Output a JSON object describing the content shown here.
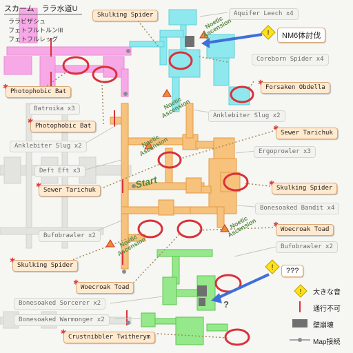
{
  "title": {
    "main": "スカーム　ララ水道U",
    "subs": [
      "ララビザシュ",
      "フェトフルトルンIII",
      "フェトフルレッグ"
    ]
  },
  "labels": {
    "skulking_spider_top": "Skulking Spider",
    "aquifer_leech": "Aquifer Leech x4",
    "nm6": "NM6体討伐",
    "coreborn_spider": "Coreborn Spider x4",
    "forsaken_obdella": "Forsaken Obdella",
    "photophobic_bat_1": "Photophobic Bat",
    "batroika": "Batroika x3",
    "photophobic_bat_2": "Photophobic Bat",
    "anklebiter_slug_right": "Anklebiter Slug x2",
    "sewer_tarichuk_right": "Sewer Tarichuk",
    "ergoprowler": "Ergoprowler x3",
    "anklebiter_slug_left": "Anklebiter Slug x2",
    "deft_eft": "Deft Eft x3",
    "sewer_tarichuk_left": "Sewer Tarichuk",
    "skulking_spider_mid": "Skulking Spider",
    "bonesoaked_bandit": "Bonesoaked Bandit x4",
    "woecroak_right": "Woecroak Toad",
    "bufobrawler_left": "Bufobrawler x2",
    "bufobrawler_right": "Bufobrawler x2",
    "skulking_spider_bottom": "Skulking Spider",
    "unknown": "???",
    "woecroak_left": "Woecroak Toad",
    "bonesoaked_sorcerer": "Bonesoaked Sorcerer x2",
    "bonesoaked_warmonger": "Bonesoaked Warmonger x2",
    "crustnibbler": "Crustnibbler Twitherym"
  },
  "ascension_text": [
    "Noetic",
    "Ascension"
  ],
  "start_text": "Start",
  "question_mark": "?",
  "legend": {
    "loud_sound": "大きな音",
    "impassable": "通行不可",
    "collapse": "壁崩壊",
    "map_link": "Map接続"
  },
  "colors": {
    "floor_orange": "#f6c27c",
    "floor_pink": "#f7a8e6",
    "floor_cyan": "#8ee8ee",
    "floor_green": "#95e98a",
    "floor_gray": "#e3e3df",
    "line_red": "#d9313a",
    "dotted": "#a08a55",
    "notice_yellow": "#ffe11a"
  }
}
